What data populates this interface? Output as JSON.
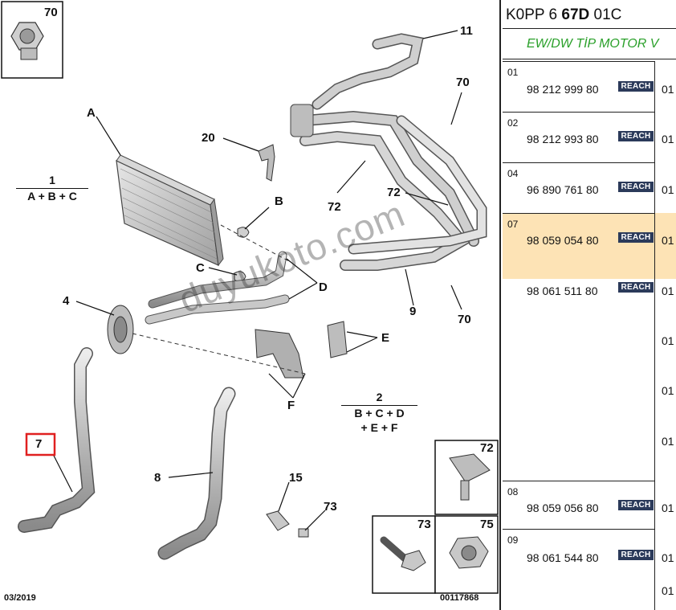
{
  "header": {
    "code_prefix": "K0PP 6 ",
    "code_bold": "67D",
    "code_suffix": " 01C",
    "engine": "EW/DW TİP MOTOR V"
  },
  "diagram": {
    "callouts": [
      "70",
      "11",
      "70",
      "20",
      "A",
      "1",
      "B",
      "72",
      "72",
      "C",
      "D",
      "4",
      "9",
      "70",
      "E",
      "2",
      "F",
      "7",
      "8",
      "15",
      "73",
      "72",
      "73",
      "75"
    ],
    "formulas": [
      {
        "num": "1",
        "expr": "A + B + C"
      },
      {
        "num": "2",
        "line1": "B + C + D",
        "line2": "+ E + F"
      }
    ],
    "date": "03/2019",
    "ref": "00117868",
    "watermark": "duyukoto.com"
  },
  "parts": [
    {
      "num": "01",
      "pn": "98 212 999 80",
      "badge": "REACH",
      "qty": "01"
    },
    {
      "num": "02",
      "pn": "98 212 993 80",
      "badge": "REACH",
      "qty": "01"
    },
    {
      "num": "04",
      "pn": "96 890 761 80",
      "badge": "REACH",
      "qty": "01"
    },
    {
      "num": "07",
      "pn": "98 059 054 80",
      "badge": "REACH",
      "qty": "01"
    },
    {
      "num": "",
      "pn": "98 061 511 80",
      "badge": "REACH",
      "qty": "01"
    },
    {
      "num": "",
      "pn": "",
      "badge": "",
      "qty": "01"
    },
    {
      "num": "",
      "pn": "",
      "badge": "",
      "qty": "01"
    },
    {
      "num": "",
      "pn": "",
      "badge": "",
      "qty": "01"
    },
    {
      "num": "08",
      "pn": "98 059 056 80",
      "badge": "REACH",
      "qty": "01"
    },
    {
      "num": "09",
      "pn": "98 061 544 80",
      "badge": "REACH",
      "qty": "01"
    },
    {
      "num": "",
      "pn": "",
      "badge": "",
      "qty": "01"
    }
  ],
  "colors": {
    "highlight": "#fde3b5",
    "selected_callout": "#e02020",
    "engine_text": "#2aa02a",
    "badge": "#2b3a5a"
  }
}
